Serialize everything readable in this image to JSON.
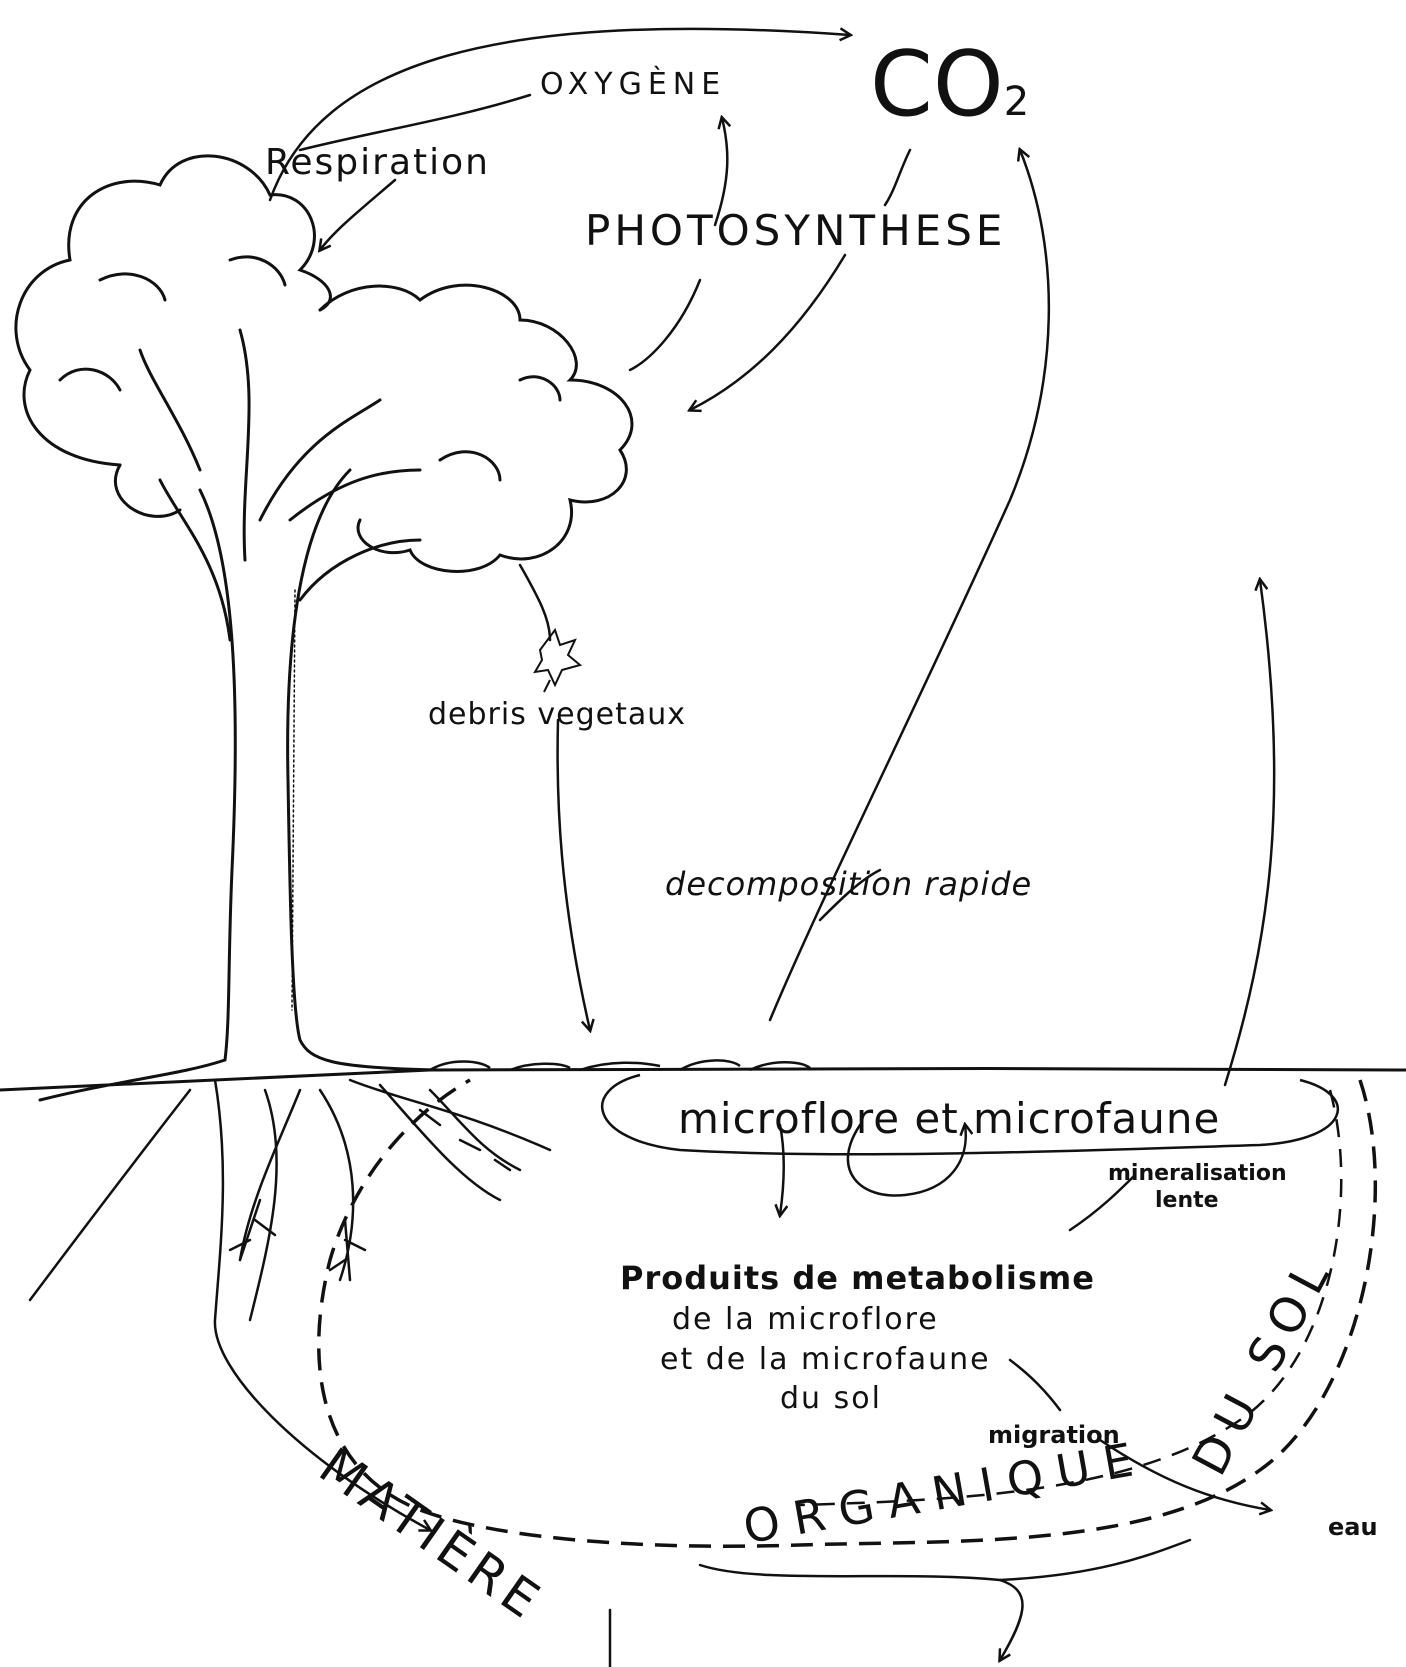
{
  "labels": {
    "oxygen": "OXYGÈNE",
    "co2": "CO",
    "co2_sub": "2",
    "respiration": "Respiration",
    "photosynthesis": "PHOTOSYNTHESE",
    "plant_debris": "debris vegetaux",
    "rapid_decomposition": "decomposition rapide",
    "microflora_fauna": "microflore et microfaune",
    "slow_mineralisation_1": "mineralisation",
    "slow_mineralisation_2": "lente",
    "metabolism_products_1": "Produits de metabolisme",
    "metabolism_products_2": "de la microflore",
    "metabolism_products_3": "et de la microfaune",
    "metabolism_products_4": "du sol",
    "migration": "migration",
    "water": "eau",
    "soil_organic_matter_1": "MATIÈRE",
    "soil_organic_matter_2": "ORGANIQUE",
    "soil_organic_matter_3": "DU SOL"
  },
  "colors": {
    "ink": "#111111",
    "paper": "#ffffff"
  }
}
